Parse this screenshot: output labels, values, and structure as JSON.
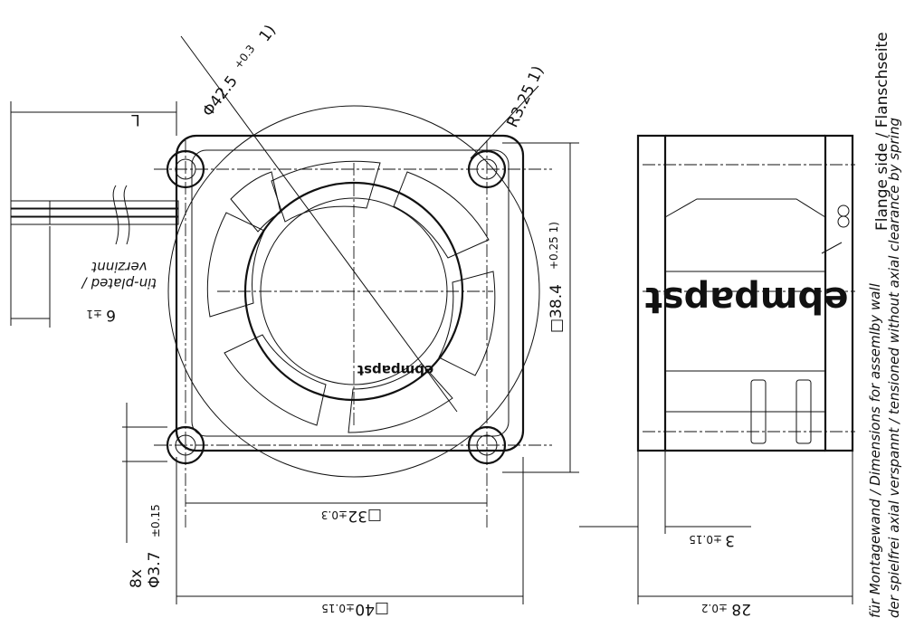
{
  "front_view": {
    "diam_outer": "Φ42.5",
    "diam_outer_tol": "+0.3",
    "diam_outer_note": "1)",
    "radius": "R3.25 1)",
    "length_label": "L",
    "square_side": "□38.4",
    "square_side_tol": "+0.25 1)",
    "hole_dia": "Φ3.7",
    "hole_tol": "±0.15",
    "hole_count": "8x",
    "pitch": "□32",
    "pitch_tol": "±0.3",
    "frame": "□40",
    "frame_tol": "±0.15",
    "strip_length": "6",
    "strip_tol": "±1",
    "wire_note_en": "tin-plated /",
    "wire_note_de": "verzinnt",
    "logo": "ebmpapst"
  },
  "side_view": {
    "logo": "ebmpapst",
    "depth": "28",
    "depth_tol": "±0.2",
    "flange": "3",
    "flange_tol": "±0.15",
    "flange_side": "Flange side / Flanschseite",
    "note_line1": "für Montagewand / Dimensions for assemlby wall",
    "note_line2": "der spielfrei axial verspannt / tensioned without axial clearance by spring"
  }
}
